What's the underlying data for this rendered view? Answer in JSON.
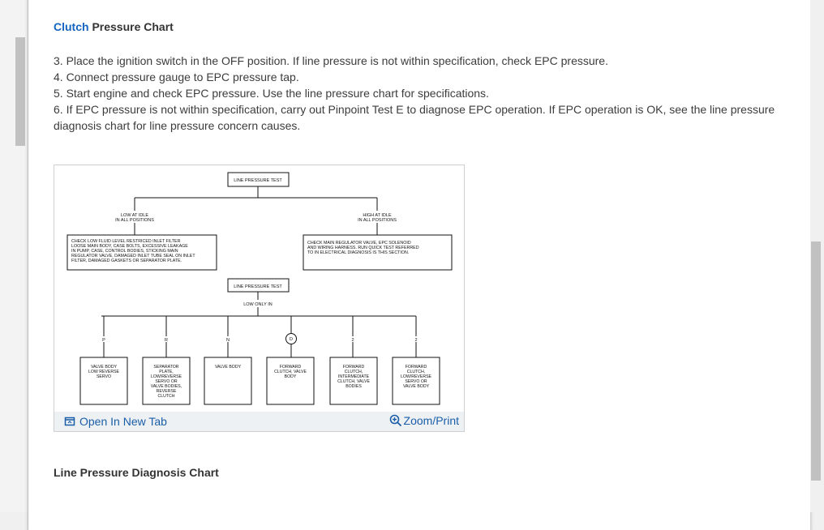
{
  "header": {
    "title_accent": "Clutch",
    "title_rest": "Pressure Chart"
  },
  "steps": [
    " 3. Place the ignition switch in the OFF position. If line pressure is not within specification, check EPC pressure.",
    " 4. Connect pressure gauge to EPC pressure tap.",
    " 5. Start engine and check EPC pressure. Use the line pressure chart for specifications.",
    " 6. If EPC pressure is not within specification, carry out Pinpoint Test E to diagnose EPC operation. If EPC operation is OK, see the line pressure diagnosis chart for line pressure concern causes."
  ],
  "figure": {
    "top_box": "LINE PRESSURE TEST",
    "low_idle": [
      "LOW AT IDLE",
      "IN ALL POSITIONS"
    ],
    "high_idle": [
      "HIGH AT IDLE",
      "IN ALL POSITIONS"
    ],
    "low_check": [
      "CHECK LOW FLUID LEVEL RESTRICED INLET FILTER",
      "LOOSE MAIN BODY, CASE BOLTS, EXCESSIVE LEAKAGE",
      "IN PUMP, CASE, CONTROL BODIES, STICKING MAIN",
      "REGULATOR VALVE, DAMAGED INLET TUBE SEAL ON INLET",
      "FILTER, DAMAGED GASKETS OR SEPARATOR PLATE."
    ],
    "high_check": [
      "CHECK MAIN REGULATOR VALVE, EPC SOLENOID",
      "AND WIRING HARNESS. RUN QUICK TEST REFERRED",
      "TO IN ELECTRICAL DIAGNOSIS IS THIS SECTION."
    ],
    "mid_box": "LINE PRESSURE TEST",
    "low_only": "LOW ONLY IN",
    "gears": [
      "P",
      "R",
      "N",
      "D",
      "2",
      "2"
    ],
    "results": [
      [
        "VALVE BODY",
        "LOW REVERSE",
        "SERVO"
      ],
      [
        "SEPARATOR",
        "PLATE,",
        "LOW/REVERSE",
        "SERVO OR",
        "VALVE BODIES,",
        "REVERSE",
        "CLUTCH"
      ],
      [
        "VALVE BODY"
      ],
      [
        "FORWARD",
        "CLUTCH, VALVE",
        "BODY"
      ],
      [
        "FORWARD",
        "CLUTCH,",
        "INTERMEDIATE",
        "CLUTCH, VALVE",
        "BODIES"
      ],
      [
        "FORWARD",
        "CLUTCH,",
        "LOW/REVERSE",
        "SERVO OR",
        "VALVE BODY"
      ]
    ],
    "open_label": "Open In New Tab",
    "zoom_label": "Zoom/Print"
  },
  "section2": {
    "title": "Line Pressure Diagnosis Chart"
  },
  "colors": {
    "link": "#1a5ea8",
    "accent": "#1565c0",
    "footer_bg": "#eef1f4"
  },
  "icons": {
    "open": "open-in-new-tab-icon",
    "zoom": "zoom-in-icon"
  }
}
